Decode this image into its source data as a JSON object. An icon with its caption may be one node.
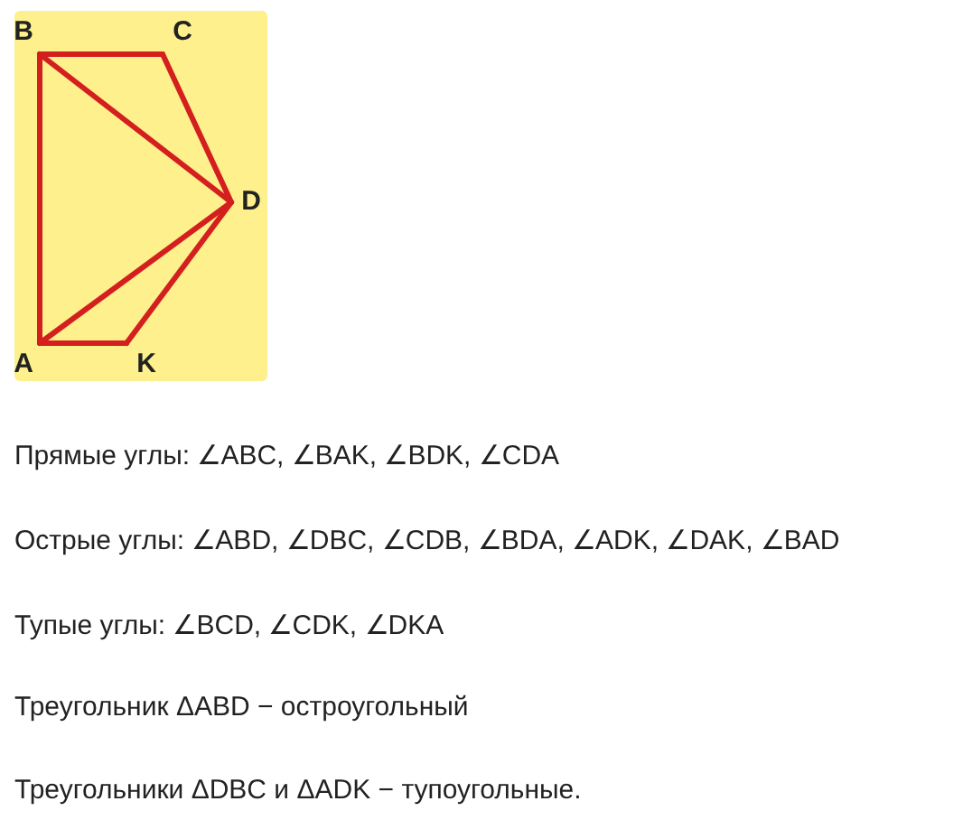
{
  "diagram": {
    "nodes": [
      {
        "text": [
          "B"
        ]
      },
      {
        "text": [
          "C"
        ]
      },
      {
        "text": [
          "D"
        ]
      },
      {
        "text": [
          "A"
        ]
      },
      {
        "text": [
          "K"
        ]
      }
    ],
    "edges": [
      {
        "from": 0,
        "to": 1,
        "arrow": "none"
      },
      {
        "from": 1,
        "to": 2,
        "arrow": "none"
      },
      {
        "from": 0,
        "to": 2,
        "arrow": "none"
      },
      {
        "from": 0,
        "to": 3,
        "arrow": "none"
      },
      {
        "from": 3,
        "to": 2,
        "arrow": "none"
      },
      {
        "from": 3,
        "to": 4,
        "arrow": "none"
      },
      {
        "from": 4,
        "to": 2,
        "arrow": "none"
      }
    ],
    "labels": [
      "Прямые углы: ∠ABC, ∠BAK, ∠BDK, ∠CDA",
      "Острые углы: ∠ABD, ∠DBC, ∠CDB, ∠BDA, ∠ADK, ∠DAK, ∠BAD",
      "Тупые углы: ∠BCD, ∠CDK, ∠DKA",
      "Треугольник ΔABD − остроугольный",
      "Треугольники ΔDBC и ΔADK − тупоугольные."
    ]
  }
}
